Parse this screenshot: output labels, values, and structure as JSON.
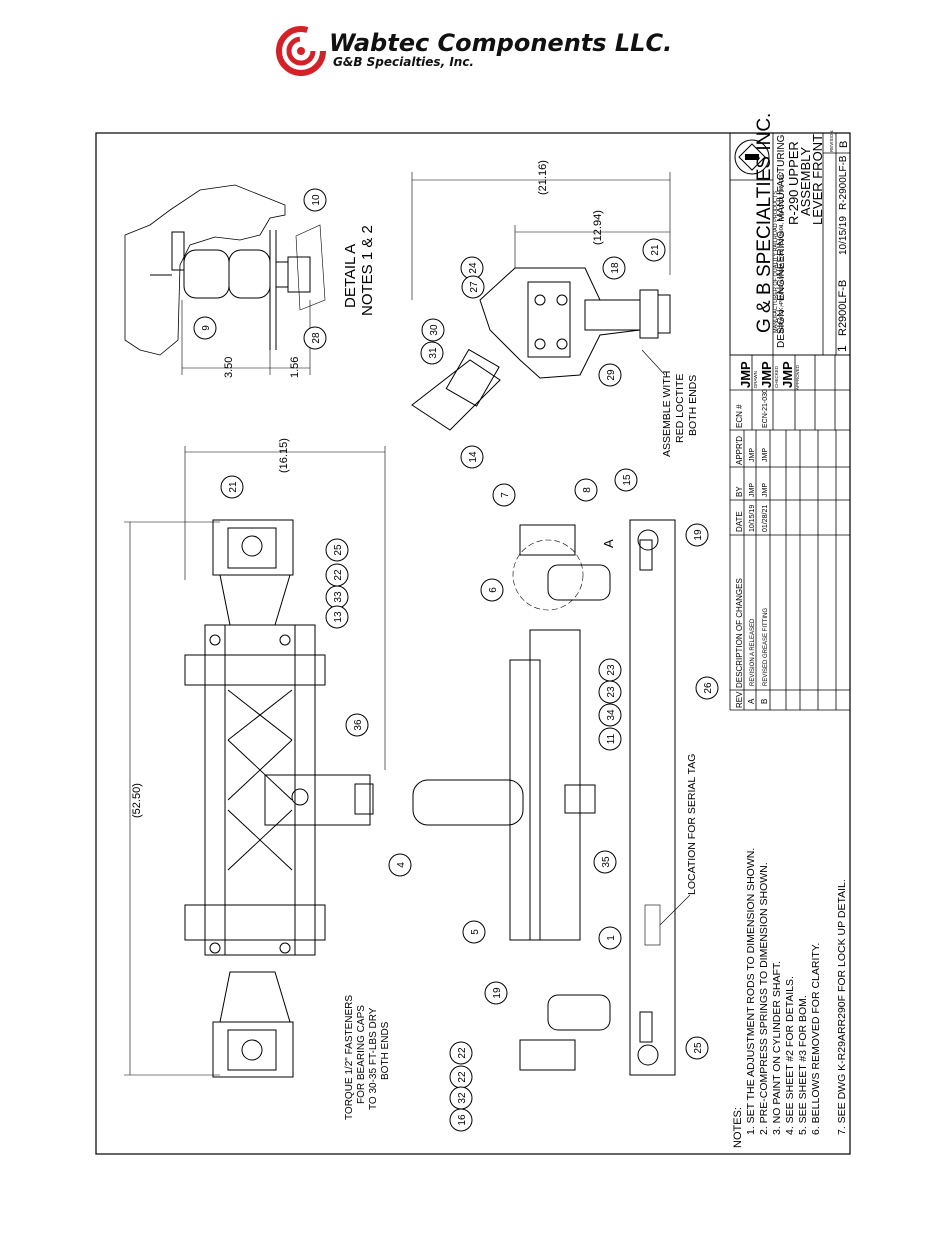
{
  "header": {
    "company": "Wabtec Components LLC.",
    "division": "G&B Specialties, Inc.",
    "logo_color": "#d62027"
  },
  "title_block": {
    "company": "G & B SPECIALTIES INC.",
    "tagline": "MANUFACTURER OF QUALITY RAILROAD PRODUCTS",
    "address": "BERWICK, PENNSYLVANIA (570) 752-5901, FAX (570) 752-4387",
    "design_line": "DESIGN - ENGINEERING - MANUFACTURING",
    "title_1": "R-290 UPPER",
    "title_2": "ASSEMBLY",
    "title_3": "LEVER FRONT",
    "drawn": "JMP",
    "checked": "JMP",
    "approved": "JMP",
    "drawn_label": "DRAWN",
    "checked_label": "CHECKED",
    "approved_label": "APPROVED",
    "sheet_label": "SHEET",
    "sheet": "1",
    "drawing_number_label": "DRAWING NUMBER",
    "drawing_number": "R2900LF-B",
    "date_label": "DATE DRAWN",
    "date": "10/15/19",
    "part_number_label": "PART NUMBER",
    "part_number": "R-2900LF-B",
    "revision_label": "REVISION",
    "revision": "B"
  },
  "revisions": {
    "headers": [
      "REV",
      "DESCRIPTION OF CHANGES",
      "DATE",
      "BY",
      "APPR'D",
      "ECN #"
    ],
    "rows": [
      [
        "A",
        "REVISION A RELEASED",
        "10/15/19",
        "JMP",
        "JMP",
        ""
      ],
      [
        "B",
        "REVISED GREASE FITTING",
        "01/28/21",
        "JMP",
        "JMP",
        "ECN-21-030"
      ]
    ]
  },
  "notes": {
    "title": "NOTES:",
    "items": [
      "1. SET THE ADJUSTMENT RODS TO DIMENSION SHOWN.",
      "2. PRE-COMPRESS SPRINGS TO DIMENSION SHOWN.",
      "3. NO PAINT ON CYLINDER SHAFT.",
      "4. SEE SHEET #2 FOR DETAILS.",
      "5. SEE SHEET #3 FOR BOM.",
      "6. BELLOWS REMOVED FOR CLARITY.",
      "7. SEE DWG K-R29ARR290F FOR LOCK UP DETAIL."
    ]
  },
  "detail": {
    "title": "DETAIL  A",
    "subtitle": "NOTES 1 & 2",
    "dim_a": "3.50",
    "dim_b": "1.56"
  },
  "annotations": {
    "torque": [
      "TORQUE 1/2\" FASTENERS",
      "FOR BEARING CAPS",
      "TO 30-35 FT-LBS DRY",
      "BOTH ENDS"
    ],
    "loctite": [
      "ASSEMBLE WITH",
      "RED LOCTITE",
      "BOTH ENDS"
    ],
    "serial_tag": "LOCATION FOR SERIAL TAG",
    "view_letter": "A"
  },
  "dimensions": {
    "overall_length": "(52.50)",
    "width": "(16.15)",
    "end_overall": "(21.16)",
    "end_partial": "(12.94)"
  },
  "balloons": [
    "10",
    "9",
    "28",
    "24",
    "27",
    "18",
    "21",
    "30",
    "31",
    "29",
    "14",
    "21",
    "7",
    "8",
    "15",
    "19",
    "6",
    "25",
    "22",
    "33",
    "13",
    "26",
    "23",
    "23",
    "34",
    "11",
    "36",
    "35",
    "4",
    "1",
    "5",
    "19",
    "25",
    "22",
    "22",
    "32",
    "16"
  ],
  "colors": {
    "line": "#000000",
    "paper": "#ffffff"
  }
}
